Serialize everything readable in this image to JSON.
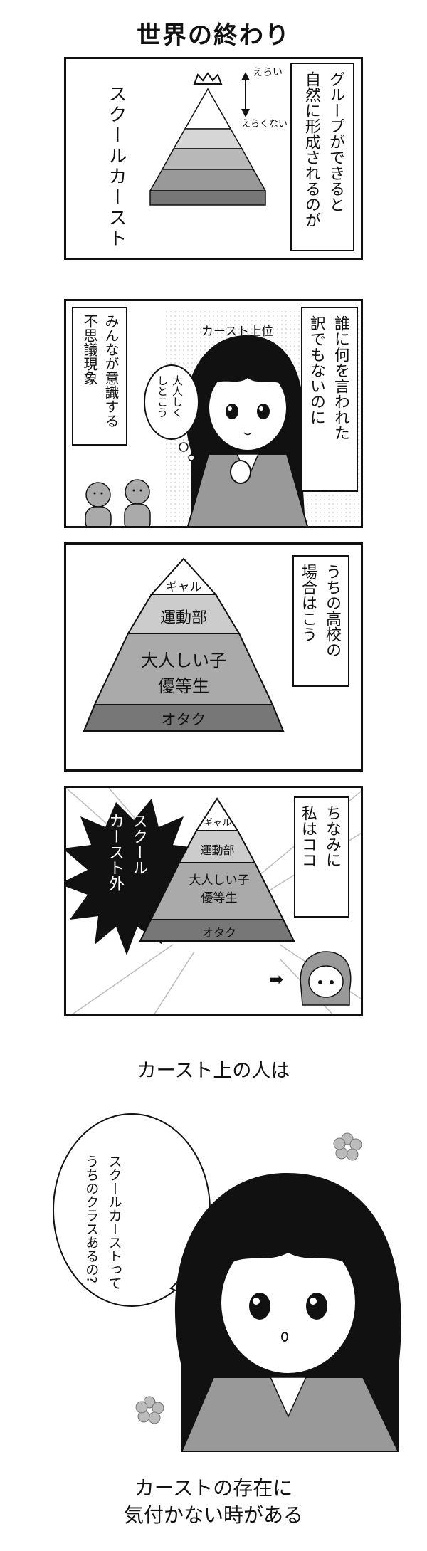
{
  "title": "世界の終わり",
  "panel1": {
    "side_label": "スクールカースト",
    "up_label": "えらい",
    "down_label": "えらくない",
    "narration": "グループができると\n自然に形成されるのが"
  },
  "panel2": {
    "narration": "みんなが意識する\n不思議現象",
    "header": "カースト上位",
    "caption": "誰に何を言われた\n訳でもないのに",
    "thought": "大人しく\nしとこう"
  },
  "panel3": {
    "narration": "うちの高校の\n場合はこう",
    "tiers": [
      "ギャル",
      "運動部",
      "大人しい子\n優等生",
      "オタク"
    ]
  },
  "panel4": {
    "outside": "スクール\nカースト外",
    "narration": "ちなみに\n私はココ",
    "tiers": [
      "ギャル",
      "運動部",
      "大人しい子\n優等生",
      "オタク"
    ],
    "arrow": "➡"
  },
  "caption_top": "カースト上の人は",
  "speech": "スクールカーストって\nうちのクラスあるの?",
  "caption_bottom": "カーストの存在に\n気付かない時がある"
}
